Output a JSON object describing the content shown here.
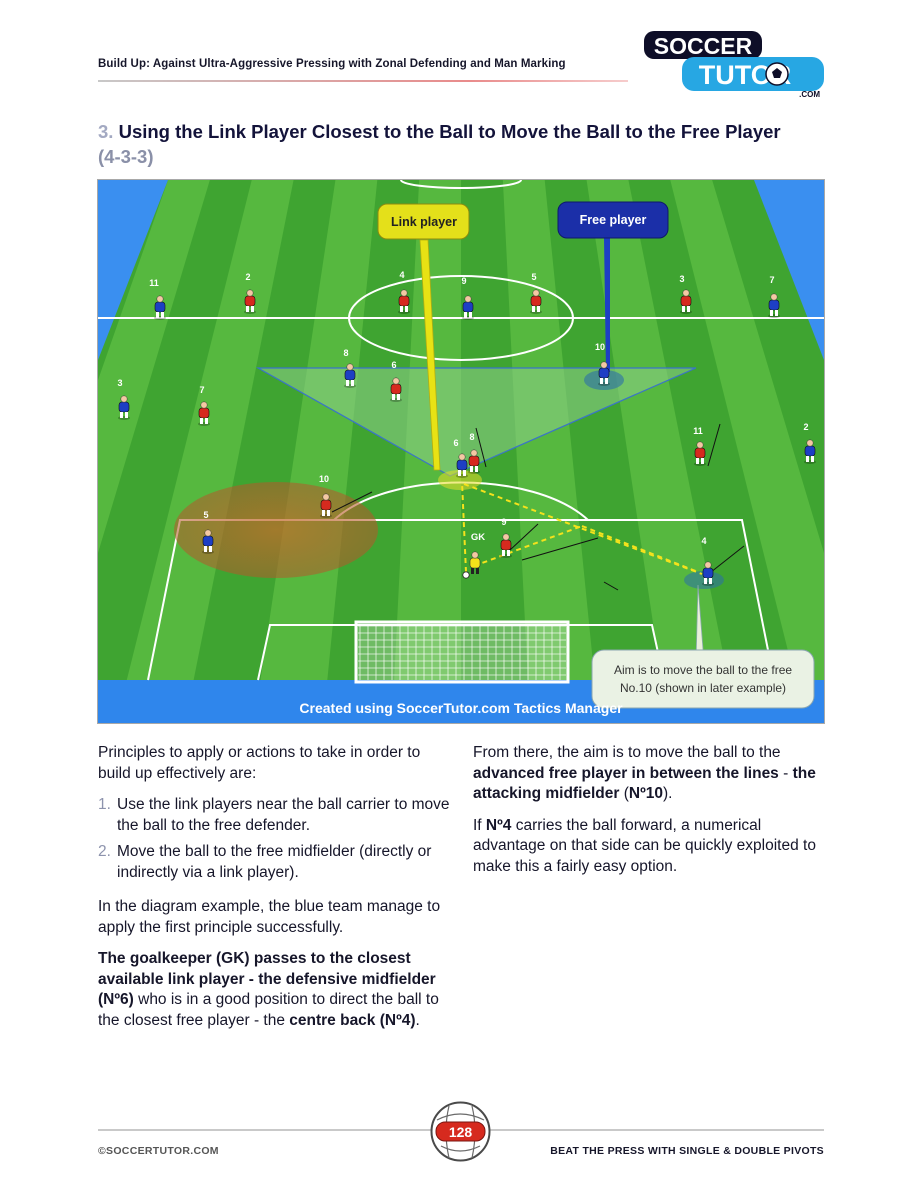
{
  "header": {
    "title": "Build Up: Against Ultra-Aggressive Pressing with Zonal Defending and Man Marking",
    "logo_top": "SOCCER",
    "logo_bottom": "TUTOR",
    "logo_domain": ".COM"
  },
  "section": {
    "number": "3.",
    "title": "Using the Link Player Closest to the Ball to Move the Ball to the Free Player",
    "formation": "(4-3-3)"
  },
  "diagram": {
    "callout_link": "Link player",
    "callout_free": "Free player",
    "note_line1": "Aim is to move the ball to the free",
    "note_line2": "No.10 (shown in later example)",
    "credit": "Created using SoccerTutor.com Tactics Manager",
    "gk_label": "GK",
    "colors": {
      "blue_team": "#1d3fc4",
      "red_team": "#d62a1e",
      "gk": "#f5e11a",
      "pass": "#f4e21c"
    },
    "blue_numbers": [
      "11",
      "9",
      "7",
      "10",
      "8",
      "3",
      "2",
      "6",
      "5",
      "4"
    ],
    "red_numbers": [
      "2",
      "4",
      "5",
      "3",
      "6",
      "7",
      "8",
      "11",
      "10",
      "9"
    ]
  },
  "body": {
    "intro": "Principles to apply or actions to take in order to build up effectively are:",
    "list": [
      {
        "num": "1.",
        "text": "Use the link players near the ball carrier to move the ball to the free defender."
      },
      {
        "num": "2.",
        "text": "Move the ball to the free midfielder (directly or indirectly via a link player)."
      }
    ],
    "p2": "In the diagram example, the blue team manage to apply the first principle successfully.",
    "p3": {
      "b1": "The goalkeeper (GK) passes to the closest available link player - the defensive midfielder (Nº6)",
      "t1": " who is in a good  position to direct the ball to the closest free player - the ",
      "b2": "centre back (Nº4)",
      "t2": "."
    },
    "right1": {
      "t1": "From there, the aim is to move the ball to the ",
      "b1": "advanced free player in between the lines",
      "t2": " - ",
      "b2": "the attacking midfielder",
      "t3": " (",
      "b3": "Nº10",
      "t4": ")."
    },
    "right2": {
      "t1": "If ",
      "b1": "Nº4",
      "t2": " carries the ball forward, a numerical advantage on that side can be quickly exploited to make this a fairly easy option."
    }
  },
  "footer": {
    "left": "©SOCCERTUTOR.COM",
    "right": "BEAT THE PRESS WITH SINGLE & DOUBLE PIVOTS",
    "page": "128"
  }
}
